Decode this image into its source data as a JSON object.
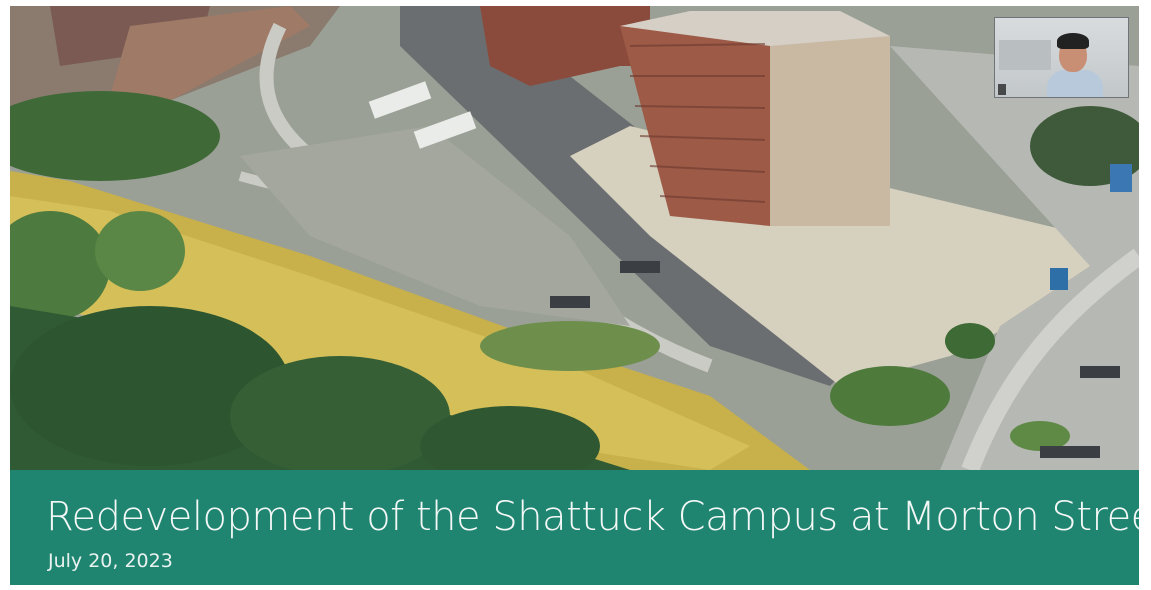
{
  "slide": {
    "title": "Redevelopment of the Shattuck Campus at Morton Street",
    "date": "July 20, 2023",
    "colors": {
      "caption_bar": "#1f8571",
      "caption_text": "#f3f7f5"
    }
  },
  "aerial_photo": {
    "icon": "aerial-photo"
  },
  "video_tile": {
    "icon": "participant-video",
    "name": ""
  }
}
